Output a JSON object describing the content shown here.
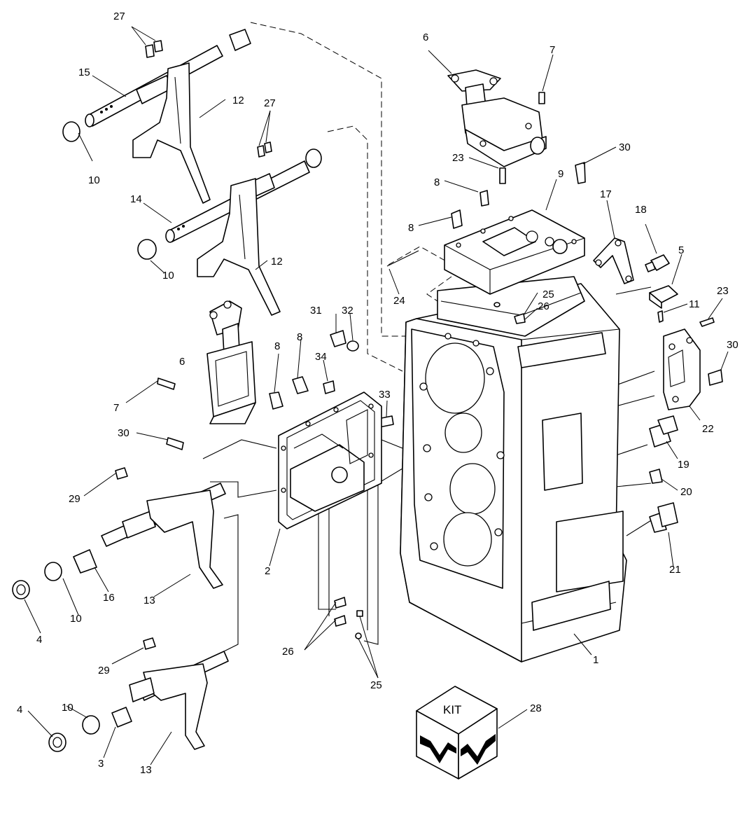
{
  "diagram": {
    "kit_label": "KIT",
    "callouts": {
      "c1": "1",
      "c2": "2",
      "c3": "3",
      "c4a": "4",
      "c4b": "4",
      "c5": "5",
      "c6a": "6",
      "c6b": "6",
      "c7a": "7",
      "c7b": "7",
      "c8a": "8",
      "c8b": "8",
      "c8c": "8",
      "c8d": "8",
      "c9": "9",
      "c10a": "10",
      "c10b": "10",
      "c10c": "10",
      "c10d": "10",
      "c11": "11",
      "c12a": "12",
      "c12b": "12",
      "c13a": "13",
      "c13b": "13",
      "c14": "14",
      "c15": "15",
      "c16": "16",
      "c17": "17",
      "c18": "18",
      "c19": "19",
      "c20": "20",
      "c21": "21",
      "c22": "22",
      "c23a": "23",
      "c23b": "23",
      "c24": "24",
      "c25a": "25",
      "c25b": "25",
      "c26a": "26",
      "c26b": "26",
      "c27a": "27",
      "c27b": "27",
      "c28": "28",
      "c29a": "29",
      "c29b": "29",
      "c30a": "30",
      "c30b": "30",
      "c30c": "30",
      "c31": "31",
      "c32": "32",
      "c33": "33",
      "c34": "34"
    }
  }
}
